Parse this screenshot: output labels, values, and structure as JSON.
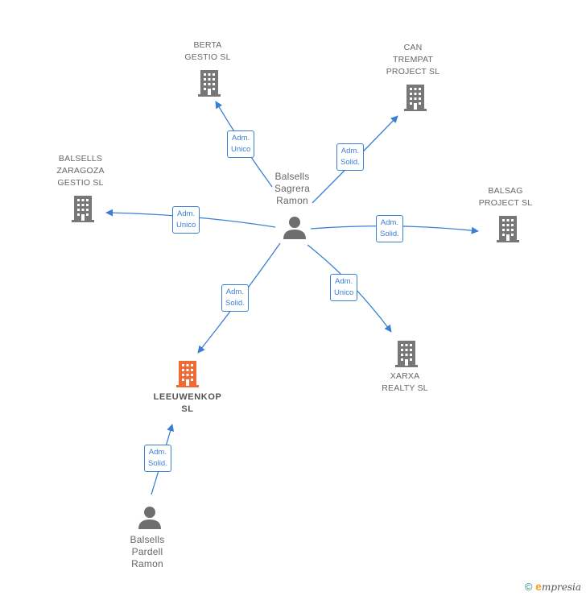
{
  "colors": {
    "edge": "#3b7fd4",
    "company": "#777777",
    "focus": "#f06a35",
    "person": "#6e6e6e"
  },
  "nodes": {
    "berta": {
      "label": "BERTA\nGESTIO SL"
    },
    "can": {
      "label": "CAN\nTREMPAT\nPROJECT  SL"
    },
    "zaragoza": {
      "label": "BALSELLS\nZARAGOZA\nGESTIO SL"
    },
    "balsag": {
      "label": "BALSAG\nPROJECT SL"
    },
    "sagrera": {
      "label": "Balsells\nSagrera\nRamon"
    },
    "xarxa": {
      "label": "XARXA\nREALTY SL"
    },
    "leeuwenkop": {
      "label": "LEEUWENKOP\nSL"
    },
    "pardell": {
      "label": "Balsells\nPardell\nRamon"
    }
  },
  "edges": {
    "e_berta": {
      "label": "Adm.\nUnico"
    },
    "e_can": {
      "label": "Adm.\nSolid."
    },
    "e_zaragoza": {
      "label": "Adm.\nUnico"
    },
    "e_balsag": {
      "label": "Adm.\nSolid."
    },
    "e_xarxa": {
      "label": "Adm.\nUnico"
    },
    "e_leeuwenkop": {
      "label": "Adm.\nSolid."
    },
    "e_pardell": {
      "label": "Adm.\nSolid."
    }
  },
  "footer": {
    "copyright": "©",
    "brand_e": "e",
    "brand": "mpresia"
  }
}
